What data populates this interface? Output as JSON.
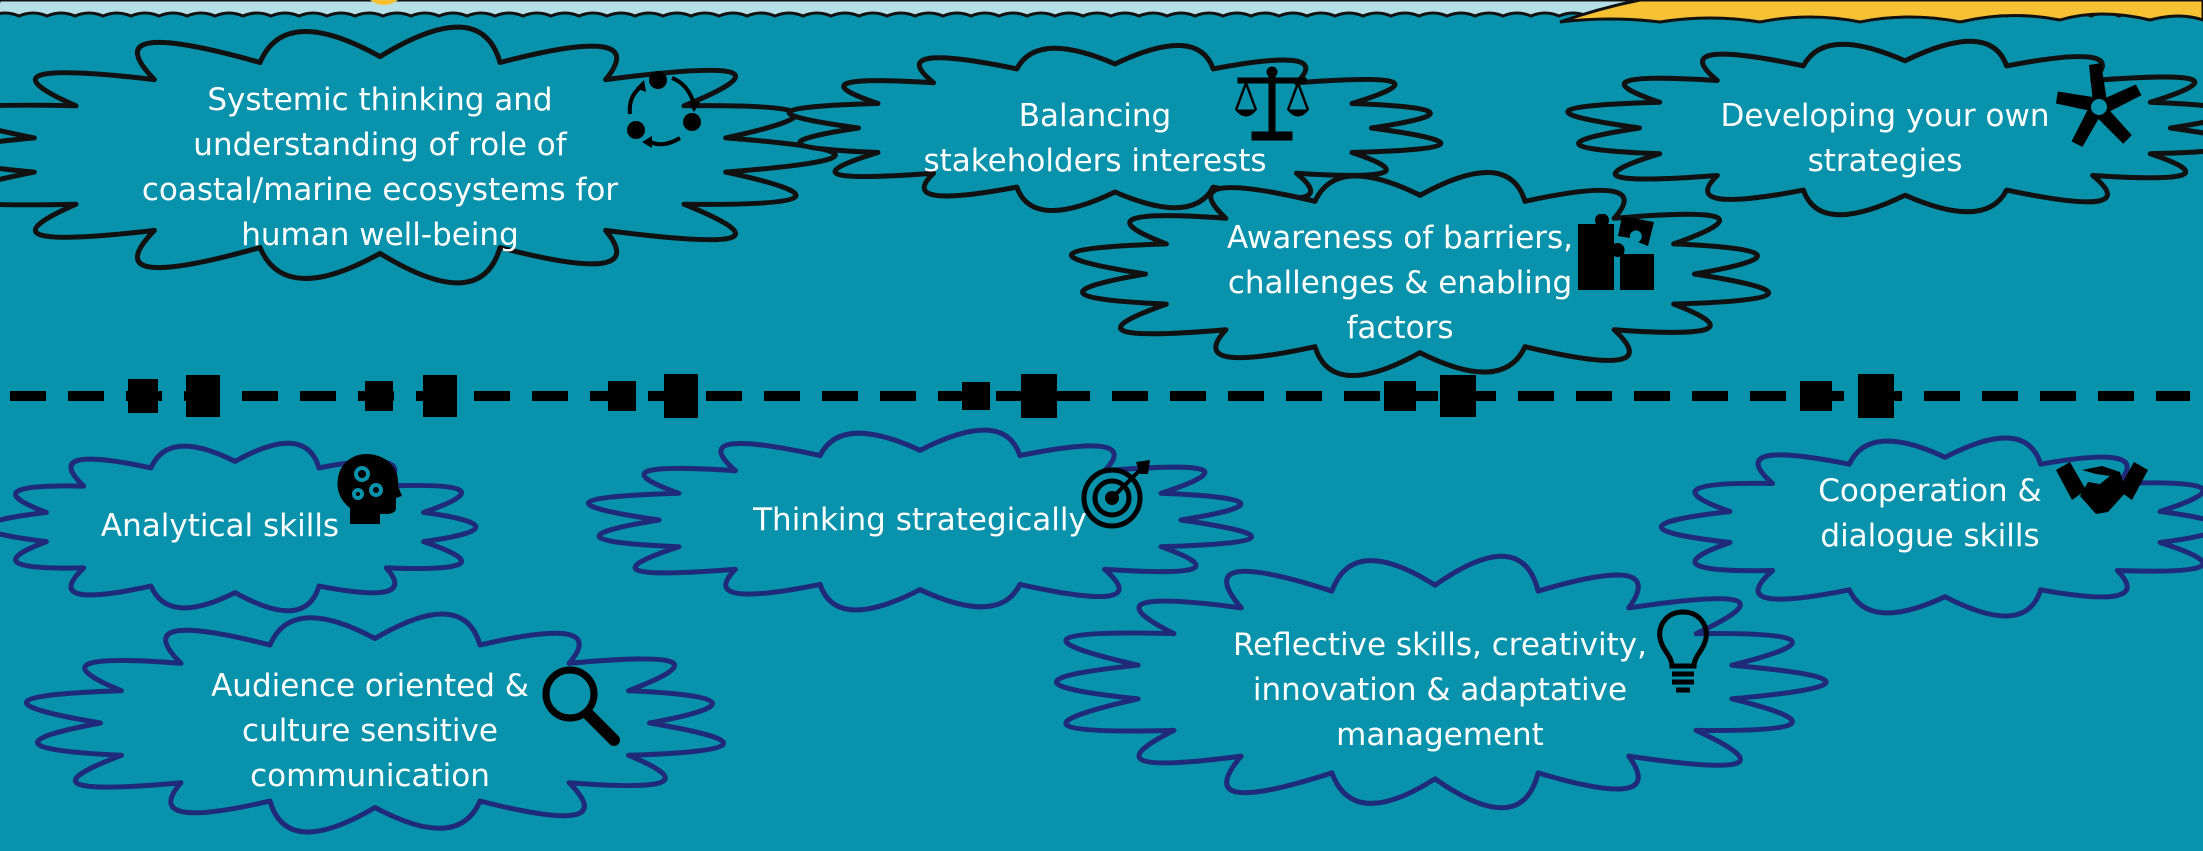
{
  "colors": {
    "water": "#0892ab",
    "surface": "#b5e0e8",
    "sun": "#f6c234",
    "cloud_outline_above": "#111111",
    "cloud_outline_below": "#1f2b7a",
    "divider": "#000000",
    "text": "#ffffff"
  },
  "above_surface": [
    {
      "text": "Systemic thinking and\nunderstanding of role of\ncoastal/marine ecosystems for\nhuman well-being",
      "icon": "cycle-icon"
    },
    {
      "text": "Balancing\nstakeholders interests",
      "icon": "scales-icon"
    },
    {
      "text": "Developing your own\nstrategies",
      "icon": "team-hands-icon"
    },
    {
      "text": "Awareness of barriers,\nchallenges & enabling\nfactors",
      "icon": "puzzle-icon"
    }
  ],
  "below_surface": [
    {
      "text": "Analytical skills",
      "icon": "head-gears-icon"
    },
    {
      "text": "Thinking strategically",
      "icon": "target-icon"
    },
    {
      "text": "Cooperation &\ndialogue skills",
      "icon": "handshake-icon"
    },
    {
      "text": "Audience oriented &\nculture sensitive\ncommunication",
      "icon": "magnifier-icon"
    },
    {
      "text": "Reflective skills, creativity,\ninnovation & adaptative\nmanagement",
      "icon": "lightbulb-icon"
    }
  ]
}
